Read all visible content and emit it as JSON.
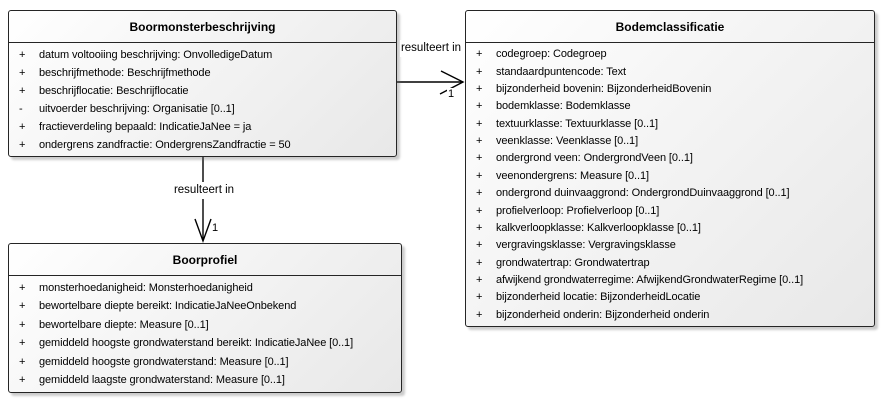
{
  "diagram": {
    "title": "UML class diagram",
    "colors": {
      "box_border": "#252525",
      "box_fill_light": "#ffffff",
      "box_fill_dark": "#e8e8e8",
      "connector_line": "#000000",
      "text": "#000000",
      "canvas_background": "#ffffff"
    },
    "classes": [
      {
        "name": "Boormonsterbeschrijving",
        "attributes": [
          {
            "visibility": "+",
            "text": "datum voltooiing beschrijving: OnvolledigeDatum"
          },
          {
            "visibility": "+",
            "text": "beschrijfmethode: Beschrijfmethode"
          },
          {
            "visibility": "+",
            "text": "beschrijflocatie: Beschrijflocatie"
          },
          {
            "visibility": "-",
            "text": "uitvoerder beschrijving: Organisatie [0..1]"
          },
          {
            "visibility": "+",
            "text": "fractieverdeling bepaald: IndicatieJaNee = ja"
          },
          {
            "visibility": "+",
            "text": "ondergrens zandfractie: OndergrensZandfractie = 50"
          }
        ]
      },
      {
        "name": "Boorprofiel",
        "attributes": [
          {
            "visibility": "+",
            "text": "monsterhoedanigheid: Monsterhoedanigheid"
          },
          {
            "visibility": "+",
            "text": "bewortelbare diepte bereikt: IndicatieJaNeeOnbekend"
          },
          {
            "visibility": "+",
            "text": "bewortelbare diepte: Measure [0..1]"
          },
          {
            "visibility": "+",
            "text": "gemiddeld hoogste grondwaterstand bereikt: IndicatieJaNee [0..1]"
          },
          {
            "visibility": "+",
            "text": "gemiddeld hoogste grondwaterstand: Measure [0..1]"
          },
          {
            "visibility": "+",
            "text": "gemiddeld laagste grondwaterstand: Measure [0..1]"
          }
        ]
      },
      {
        "name": "Bodemclassificatie",
        "attributes": [
          {
            "visibility": "+",
            "text": "codegroep: Codegroep"
          },
          {
            "visibility": "+",
            "text": "standaardpuntencode: Text"
          },
          {
            "visibility": "+",
            "text": "bijzonderheid bovenin: BijzonderheidBovenin"
          },
          {
            "visibility": "+",
            "text": "bodemklasse: Bodemklasse"
          },
          {
            "visibility": "+",
            "text": "textuurklasse: Textuurklasse [0..1]"
          },
          {
            "visibility": "+",
            "text": "veenklasse: Veenklasse [0..1]"
          },
          {
            "visibility": "+",
            "text": "ondergrond veen: OndergrondVeen [0..1]"
          },
          {
            "visibility": "+",
            "text": "veenondergrens: Measure [0..1]"
          },
          {
            "visibility": "+",
            "text": "ondergrond duinvaaggrond: OndergrondDuinvaaggrond [0..1]"
          },
          {
            "visibility": "+",
            "text": "profielverloop: Profielverloop [0..1]"
          },
          {
            "visibility": "+",
            "text": "kalkverloopklasse: Kalkverloopklasse [0..1]"
          },
          {
            "visibility": "+",
            "text": "vergravingsklasse: Vergravingsklasse"
          },
          {
            "visibility": "+",
            "text": "grondwatertrap: Grondwatertrap"
          },
          {
            "visibility": "+",
            "text": "afwijkend grondwaterregime: AfwijkendGrondwaterRegime [0..1]"
          },
          {
            "visibility": "+",
            "text": "bijzonderheid locatie: BijzonderheidLocatie"
          },
          {
            "visibility": "+",
            "text": "bijzonderheid onderin: Bijzonderheid onderin"
          }
        ]
      }
    ],
    "connectors": [
      {
        "from": "Boormonsterbeschrijving",
        "to": "Bodemclassificatie",
        "label": "resulteert in",
        "multiplicity": "1"
      },
      {
        "from": "Boormonsterbeschrijving",
        "to": "Boorprofiel",
        "label": "resulteert in",
        "multiplicity": "1"
      }
    ]
  }
}
